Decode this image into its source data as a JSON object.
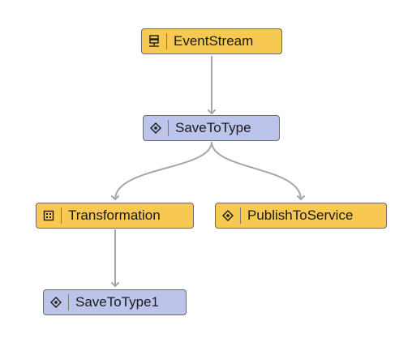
{
  "nodes": {
    "event_stream": {
      "label": "EventStream",
      "icon": "server-icon",
      "color": "#f7c952"
    },
    "save_to_type": {
      "label": "SaveToType",
      "icon": "diamond-icon",
      "color": "#bcc4ec"
    },
    "transformation": {
      "label": "Transformation",
      "icon": "transform-icon",
      "color": "#f7c952"
    },
    "publish": {
      "label": "PublishToService",
      "icon": "diamond-icon",
      "color": "#f7c952"
    },
    "save_to_type1": {
      "label": "SaveToType1",
      "icon": "diamond-icon",
      "color": "#bcc4ec"
    }
  },
  "edges": [
    {
      "from": "EventStream",
      "to": "SaveToType"
    },
    {
      "from": "SaveToType",
      "to": "Transformation"
    },
    {
      "from": "SaveToType",
      "to": "PublishToService"
    },
    {
      "from": "Transformation",
      "to": "SaveToType1"
    }
  ],
  "colors": {
    "edge": "#a6a6a6",
    "node_border": "#6b6b6b"
  }
}
